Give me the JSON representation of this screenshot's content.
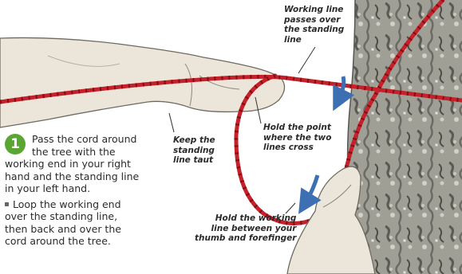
{
  "callouts": {
    "working_over_standing": [
      "Working line",
      "passes over",
      "the standing",
      "line"
    ],
    "keep_taut": [
      "Keep the",
      "standing",
      "line taut"
    ],
    "hold_cross": [
      "Hold the point",
      "where the two",
      "lines cross"
    ],
    "hold_working": [
      "Hold the working",
      "line between your",
      "thumb and forefinger"
    ]
  },
  "instructions": {
    "step_number": "1",
    "step_text_lines": [
      "Pass the cord around",
      "the tree with the",
      "working end in your right",
      "hand and the standing line",
      "in your left hand."
    ],
    "bullet_lines": [
      "Loop the working end",
      "over the standing line,",
      "then back and over the",
      "cord around the tree."
    ]
  },
  "colors": {
    "cord": "#c8202a",
    "skin": "#e9e3d6",
    "bark": "#8d8c83",
    "arrow": "#3d6fb3",
    "step_badge": "#5aa632"
  }
}
